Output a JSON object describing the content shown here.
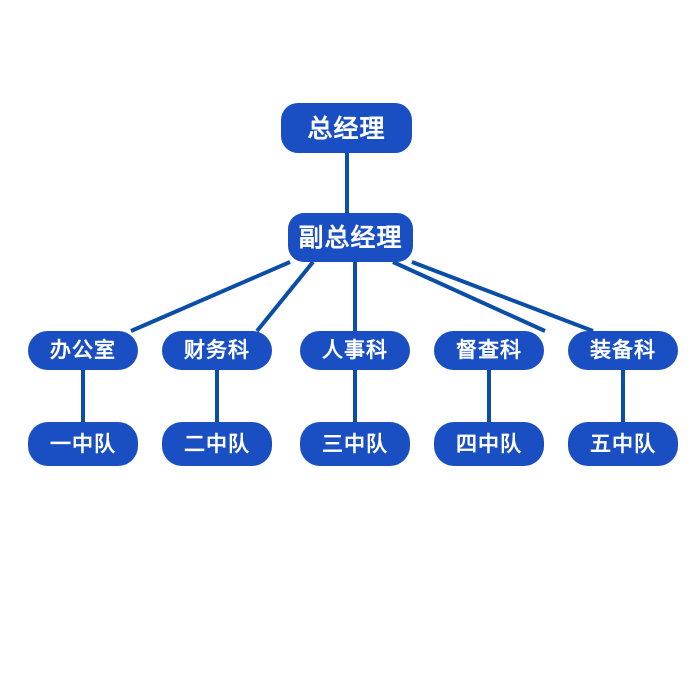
{
  "chart": {
    "type": "org-chart",
    "title": "",
    "colors": {
      "node_fill": "#1A4FC4",
      "node_text": "#FFFFFF",
      "edge": "#0B4EA8",
      "background": "#FFFFFF"
    },
    "levels": [
      {
        "name": "executive",
        "nodes": [
          {
            "id": "gm",
            "label": "总经理"
          }
        ]
      },
      {
        "name": "deputy",
        "nodes": [
          {
            "id": "deputy_gm",
            "label": "副总经理"
          }
        ]
      },
      {
        "name": "departments",
        "nodes": [
          {
            "id": "dept1",
            "label": "办公室"
          },
          {
            "id": "dept2",
            "label": "财务科"
          },
          {
            "id": "dept3",
            "label": "人事科"
          },
          {
            "id": "dept4",
            "label": "督查科"
          },
          {
            "id": "dept5",
            "label": "装备科"
          }
        ]
      },
      {
        "name": "squadrons",
        "nodes": [
          {
            "id": "squad1",
            "label": "一中队"
          },
          {
            "id": "squad2",
            "label": "二中队"
          },
          {
            "id": "squad3",
            "label": "三中队"
          },
          {
            "id": "squad4",
            "label": "四中队"
          },
          {
            "id": "squad5",
            "label": "五中队"
          }
        ]
      }
    ],
    "edges": [
      {
        "from": "gm",
        "to": "deputy_gm",
        "kind": "vertical"
      },
      {
        "from": "deputy_gm",
        "to": "dept1",
        "kind": "diagonal"
      },
      {
        "from": "deputy_gm",
        "to": "dept2",
        "kind": "diagonal"
      },
      {
        "from": "deputy_gm",
        "to": "dept3",
        "kind": "vertical"
      },
      {
        "from": "deputy_gm",
        "to": "dept4",
        "kind": "diagonal"
      },
      {
        "from": "deputy_gm",
        "to": "dept5",
        "kind": "diagonal"
      },
      {
        "from": "dept1",
        "to": "squad1",
        "kind": "vertical"
      },
      {
        "from": "dept2",
        "to": "squad2",
        "kind": "vertical"
      },
      {
        "from": "dept3",
        "to": "squad3",
        "kind": "vertical"
      },
      {
        "from": "dept4",
        "to": "squad4",
        "kind": "vertical"
      },
      {
        "from": "dept5",
        "to": "squad5",
        "kind": "vertical"
      }
    ]
  }
}
